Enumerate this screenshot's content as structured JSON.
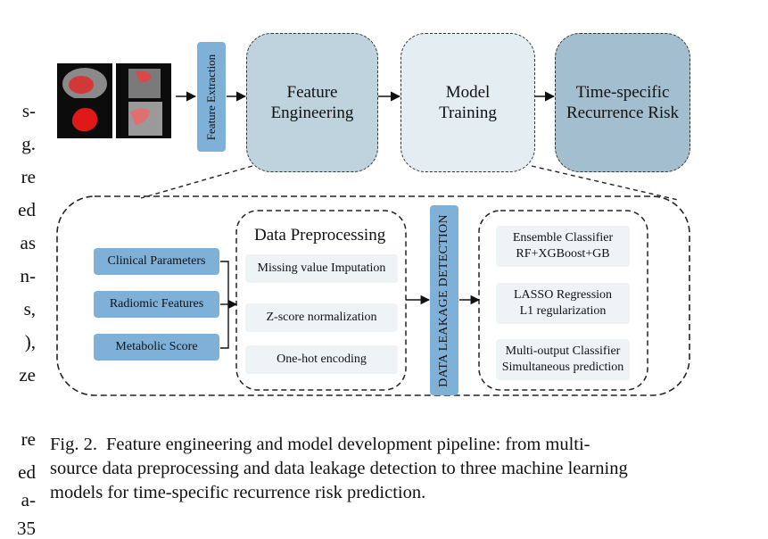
{
  "edge_text": [
    "s-",
    "g.",
    "re",
    "ed",
    "as",
    "n-",
    "s,",
    "),",
    "ze",
    "re",
    "ed",
    "a-",
    "35"
  ],
  "diagram": {
    "feature_extraction": "Feature Extraction",
    "stages": [
      {
        "label_lines": [
          "Feature",
          "Engineering"
        ],
        "color": "#bed3de"
      },
      {
        "label_lines": [
          "Model",
          "Training"
        ],
        "color": "#e3edf2"
      },
      {
        "label_lines": [
          "Time-specific",
          "Recurrence Risk"
        ],
        "color": "#a3bfcf"
      }
    ],
    "inputs": [
      "Clinical Parameters",
      "Radiomic Features",
      "Metabolic Score"
    ],
    "preprocessing": {
      "title": "Data Preprocessing",
      "steps": [
        "Missing value Imputation",
        "Z-score normalization",
        "One-hot encoding"
      ]
    },
    "leakage": "DATA LEAKAGE DETECTION",
    "models": [
      {
        "lines": [
          "Ensemble Classifier",
          "RF+XGBoost+GB"
        ]
      },
      {
        "lines": [
          "LASSO Regression",
          "L1 regularization"
        ]
      },
      {
        "lines": [
          "Multi-output Classifier",
          "Simultaneous prediction"
        ]
      }
    ],
    "colors": {
      "pill_blue": "#7fb1d8",
      "panel_gray": "#eef3f6"
    }
  },
  "caption": {
    "label": "Fig. 2.",
    "lines": [
      "Feature engineering and model development pipeline: from multi-",
      "source data preprocessing and data leakage detection to three machine learning",
      "models for time-specific recurrence risk prediction."
    ]
  }
}
